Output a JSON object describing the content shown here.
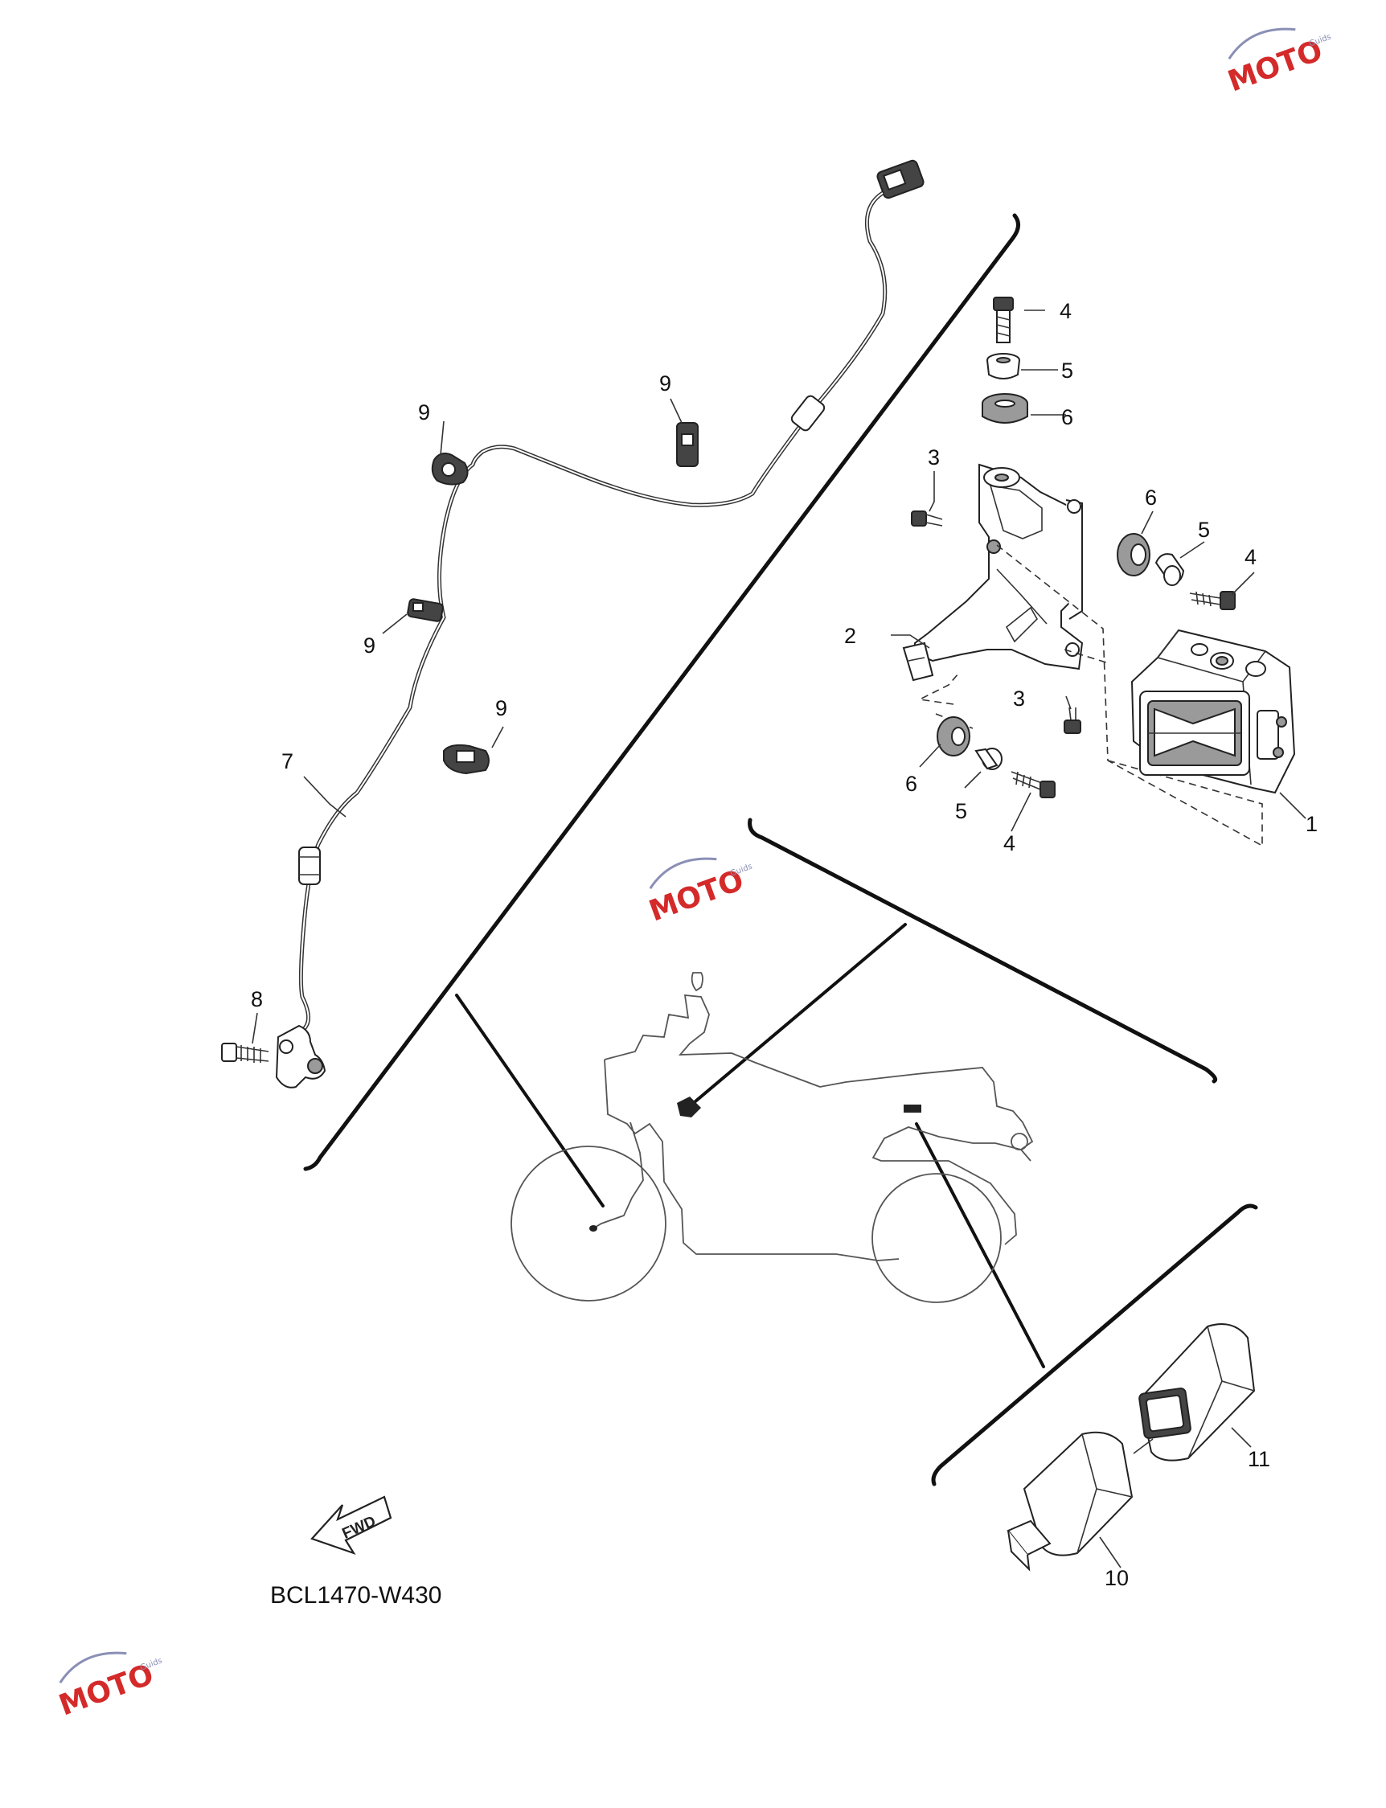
{
  "diagram": {
    "drawing_code": "BCL1470-W430",
    "fwd_label": "FWD",
    "callouts": {
      "c1": "1",
      "c2": "2",
      "c3a": "3",
      "c3b": "3",
      "c4a": "4",
      "c4b": "4",
      "c4c": "4",
      "c5a": "5",
      "c5b": "5",
      "c5c": "5",
      "c6a": "6",
      "c6b": "6",
      "c6c": "6",
      "c7": "7",
      "c8": "8",
      "c9a": "9",
      "c9b": "9",
      "c9c": "9",
      "c9d": "9",
      "c10": "10",
      "c11": "11"
    }
  },
  "watermark": {
    "text": "MOTO",
    "sub": "Guids",
    "colors": {
      "red": "#d42a2a",
      "blue": "#8a8fb5"
    }
  }
}
